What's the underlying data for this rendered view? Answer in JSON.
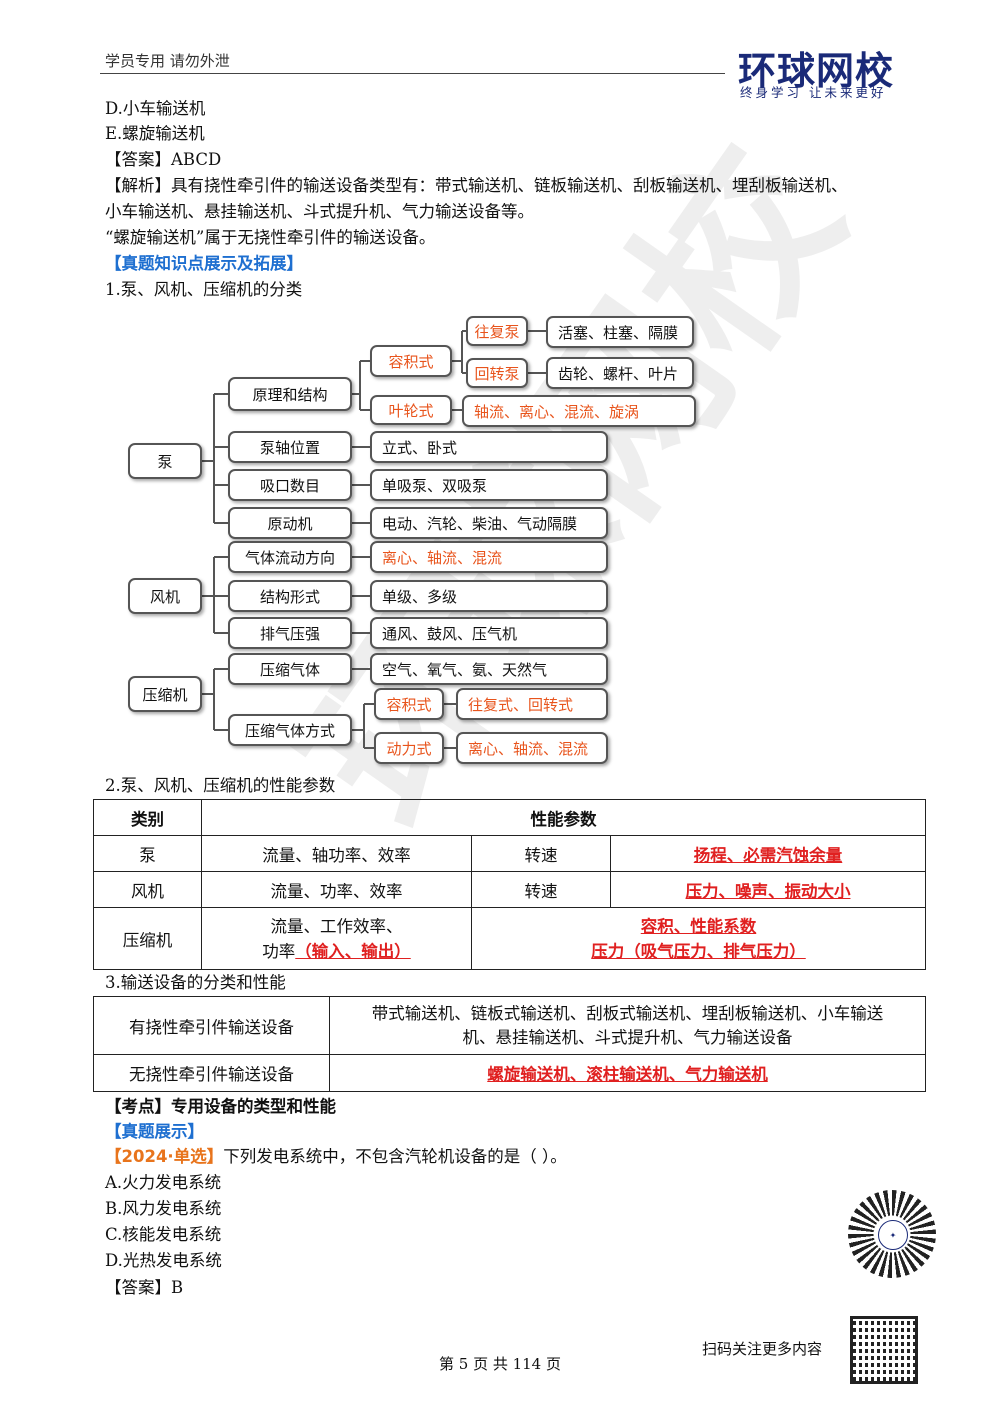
{
  "header": {
    "left_text": "学员专用 请勿外泄",
    "logo": "环球网校",
    "logo_sub": "终身学习  让未来更好"
  },
  "lines": {
    "d": "D.小车输送机",
    "e": "E.螺旋输送机",
    "answer1": "【答案】ABCD",
    "analysis1": "【解析】具有挠性牵引件的输送设备类型有：带式输送机、链板输送机、刮板输送机、埋刮板输送机、",
    "analysis2": "小车输送机、悬挂输送机、斗式提升机、气力输送设备等。",
    "analysis3": "“螺旋输送机”属于无挠性牵引件的输送设备。",
    "section_title": "【真题知识点展示及拓展】",
    "item1": "1.泵、风机、压缩机的分类",
    "item2": "2.泵、风机、压缩机的性能参数",
    "item3": "3.输送设备的分类和性能",
    "kaodian": "【考点】专用设备的类型和性能",
    "zhenti": "【真题展示】",
    "q_tag": "【2024·单选】",
    "q_text": "下列发电系统中，不包含汽轮机设备的是（    ）。",
    "qa": "A.火力发电系统",
    "qb": "B.风力发电系统",
    "qc": "C.核能发电系统",
    "qd": "D.光热发电系统",
    "answer2": "【答案】B"
  },
  "diagram": {
    "root_pump": "泵",
    "root_fan": "风机",
    "root_comp": "压缩机",
    "pump_yuanli": "原理和结构",
    "pump_zhou": "泵轴位置",
    "pump_xikou": "吸口数目",
    "pump_yuandong": "原动机",
    "rongji": "容积式",
    "yelun": "叶轮式",
    "wangfu": "往复泵",
    "huizhuan": "回转泵",
    "wangfu_v": "活塞、柱塞、隔膜",
    "huizhuan_v": "齿轮、螺杆、叶片",
    "yelun_v": "轴流、离心、混流、旋涡",
    "zhou_v": "立式、卧式",
    "xikou_v": "单吸泵、双吸泵",
    "yuandong_v": "电动、汽轮、柴油、气动隔膜",
    "fan_liudong": "气体流动方向",
    "fan_jiegou": "结构形式",
    "fan_paiqi": "排气压强",
    "liudong_v": "离心、轴流、混流",
    "jiegou_v": "单级、多级",
    "paiqi_v": "通风、鼓风、压气机",
    "comp_qiti": "压缩气体",
    "comp_fangshi": "压缩气体方式",
    "qiti_v": "空气、氧气、氨、天然气",
    "c_rongji": "容积式",
    "c_dongli": "动力式",
    "c_rongji_v": "往复式、回转式",
    "c_dongli_v": "离心、轴流、混流"
  },
  "table1": {
    "h1": "类别",
    "h2": "性能参数",
    "r1": {
      "c": "泵",
      "a": "流量、轴功率、效率",
      "b": "转速",
      "d": "扬程、必需汽蚀余量"
    },
    "r2": {
      "c": "风机",
      "a": "流量、功率、效率",
      "b": "转速",
      "d": "压力、噪声、振动大小"
    },
    "r3": {
      "c": "压缩机",
      "a1": "流量、工作效率、",
      "a2": "功率",
      "a3": "（输入、输出）",
      "d1": "容积、性能系数",
      "d2": "压力（吸气压力、排气压力）"
    }
  },
  "table2": {
    "r1c": "有挠性牵引件输送设备",
    "r1v1": "带式输送机、链板式输送机、刮板式输送机、埋刮板输送机、小车输送",
    "r1v2": "机、悬挂输送机、斗式提升机、气力输送设备",
    "r2c": "无挠性牵引件输送设备",
    "r2v": "螺旋输送机、滚柱输送机、气力输送机"
  },
  "watermark": "环球网校",
  "qr_caption": "扫码关注更多内容",
  "footer": "第 5 页 共 114 页",
  "colors": {
    "blue": "#1e6fd0",
    "orange": "#e8741c",
    "red": "#e02020",
    "brand": "#1a2a78"
  }
}
